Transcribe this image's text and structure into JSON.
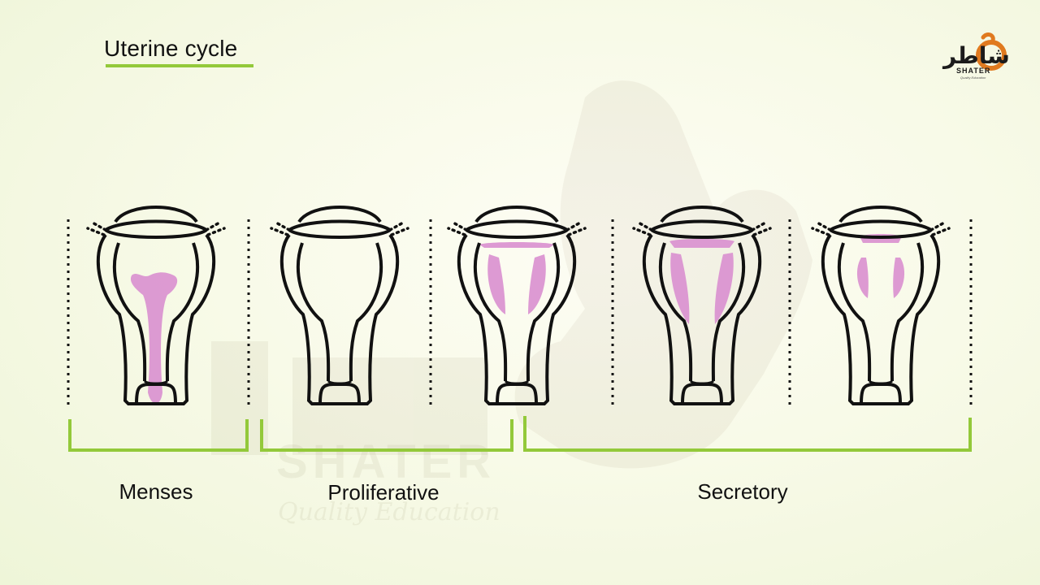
{
  "slide": {
    "title": "Uterine cycle"
  },
  "logo": {
    "name_ar": "شاطر",
    "name_en": "SHATER",
    "tagline": "Quality Education",
    "icon": "ok-hand-icon",
    "accent_color": "#e07a1f"
  },
  "watermark": {
    "brand": "SHATER",
    "tagline": "Quality Education"
  },
  "phases": [
    {
      "label": "Menses"
    },
    {
      "label": "Proliferative"
    },
    {
      "label": "Secretory"
    }
  ],
  "colors": {
    "accent_green": "#93c93a",
    "endometrium_pink": "#d98fcf",
    "outline": "#111111"
  }
}
